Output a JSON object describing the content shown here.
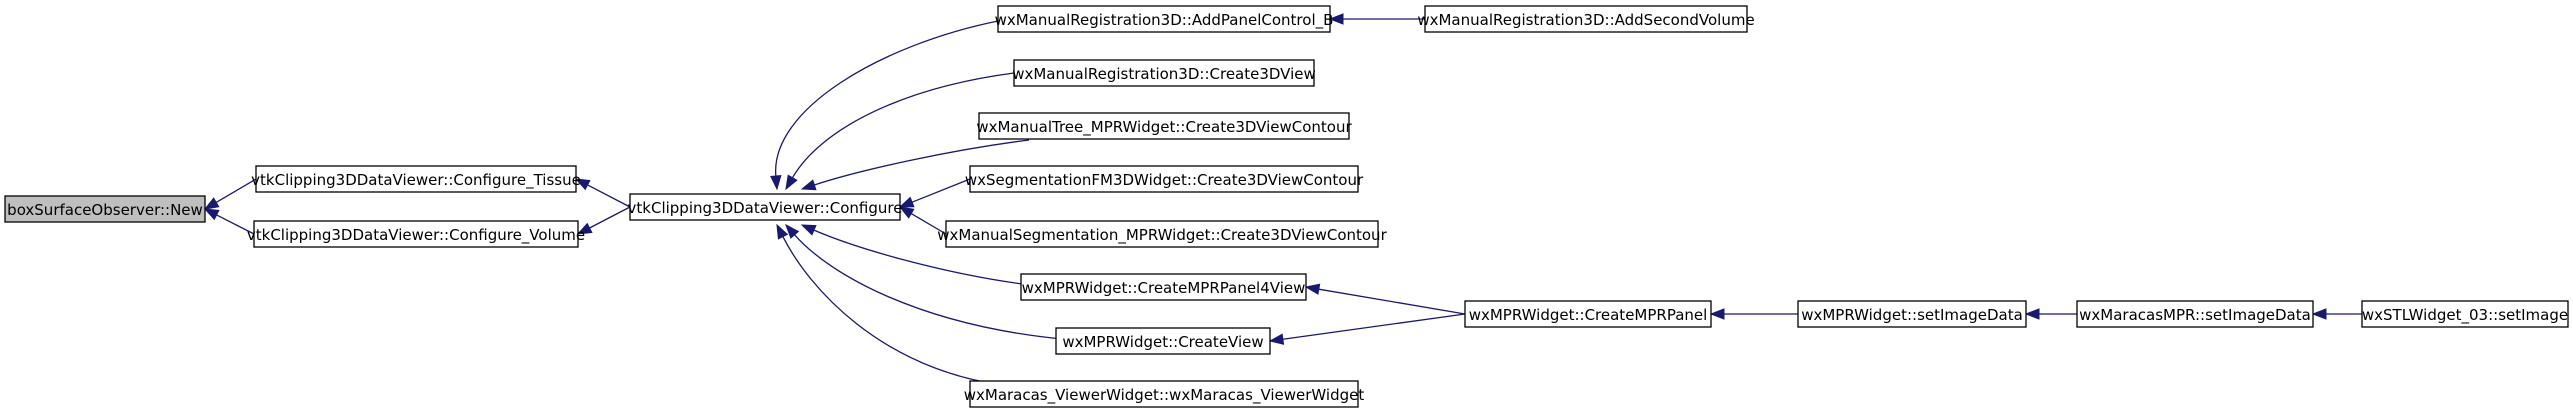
{
  "graph": {
    "root": "n0",
    "nodes": [
      {
        "id": "n0",
        "label": "boxSurfaceObserver::New"
      },
      {
        "id": "n1",
        "label": "vtkClipping3DDataViewer::Configure_Tissue"
      },
      {
        "id": "n2",
        "label": "vtkClipping3DDataViewer::Configure_Volume"
      },
      {
        "id": "n3",
        "label": "vtkClipping3DDataViewer::Configure"
      },
      {
        "id": "n4",
        "label": "wxManualRegistration3D::AddPanelControl_B"
      },
      {
        "id": "n5",
        "label": "wxManualRegistration3D::AddSecondVolume"
      },
      {
        "id": "n6",
        "label": "wxManualRegistration3D::Create3DView"
      },
      {
        "id": "n7",
        "label": "wxManualTree_MPRWidget::Create3DViewContour"
      },
      {
        "id": "n8",
        "label": "wxSegmentationFM3DWidget::Create3DViewContour"
      },
      {
        "id": "n9",
        "label": "wxManualSegmentation_MPRWidget::Create3DViewContour"
      },
      {
        "id": "n10",
        "label": "wxMPRWidget::CreateMPRPanel4View"
      },
      {
        "id": "n11",
        "label": "wxMPRWidget::CreateMPRPanel"
      },
      {
        "id": "n12",
        "label": "wxMPRWidget::CreateView"
      },
      {
        "id": "n13",
        "label": "wxMaracas_ViewerWidget::wxMaracas_ViewerWidget"
      },
      {
        "id": "n14",
        "label": "wxMPRWidget::setImageData"
      },
      {
        "id": "n15",
        "label": "wxMaracasMPR::setImageData"
      },
      {
        "id": "n16",
        "label": "wxSTLWidget_03::setImage"
      }
    ],
    "edges": [
      {
        "from": "n1",
        "to": "n0"
      },
      {
        "from": "n2",
        "to": "n0"
      },
      {
        "from": "n3",
        "to": "n1"
      },
      {
        "from": "n3",
        "to": "n2"
      },
      {
        "from": "n4",
        "to": "n3"
      },
      {
        "from": "n6",
        "to": "n3"
      },
      {
        "from": "n7",
        "to": "n3"
      },
      {
        "from": "n8",
        "to": "n3"
      },
      {
        "from": "n9",
        "to": "n3"
      },
      {
        "from": "n10",
        "to": "n3"
      },
      {
        "from": "n12",
        "to": "n3"
      },
      {
        "from": "n13",
        "to": "n3"
      },
      {
        "from": "n5",
        "to": "n4"
      },
      {
        "from": "n11",
        "to": "n10"
      },
      {
        "from": "n11",
        "to": "n12"
      },
      {
        "from": "n14",
        "to": "n11"
      },
      {
        "from": "n15",
        "to": "n14"
      },
      {
        "from": "n16",
        "to": "n15"
      }
    ]
  }
}
